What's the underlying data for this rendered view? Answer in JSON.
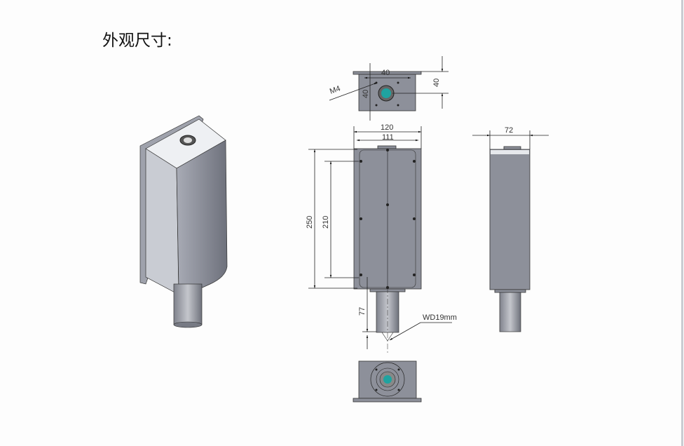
{
  "heading": "外观尺寸:",
  "dimensions": {
    "top_width": "40",
    "top_height": "40",
    "top_side": "40",
    "thread": "M4",
    "outer_width": "120",
    "inner_width": "111",
    "side_depth": "72",
    "height_total": "250",
    "height_inner": "210",
    "tube_length": "77",
    "working_distance": "WD19mm"
  },
  "colors": {
    "body": "#8d909a",
    "lens": "#1fa3a0"
  }
}
